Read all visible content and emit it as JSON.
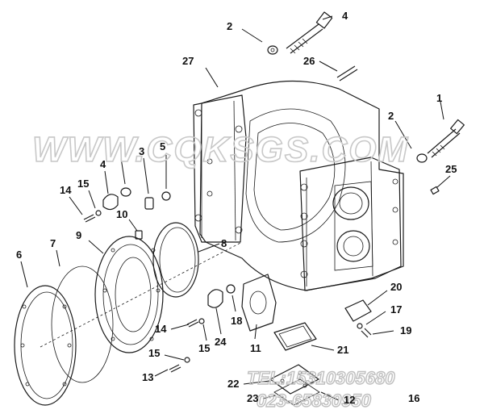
{
  "watermark": {
    "site": "WWW.CQKSGS.COM",
    "tel": "TEL:15310305680",
    "phone": "023-65830950"
  },
  "callouts": [
    {
      "id": "c2a",
      "label": "2"
    },
    {
      "id": "c4a",
      "label": "4"
    },
    {
      "id": "c27",
      "label": "27"
    },
    {
      "id": "c26",
      "label": "26"
    },
    {
      "id": "c1",
      "label": "1"
    },
    {
      "id": "c2b",
      "label": "2"
    },
    {
      "id": "c25",
      "label": "25"
    },
    {
      "id": "c3",
      "label": "3"
    },
    {
      "id": "c5",
      "label": "5"
    },
    {
      "id": "c4b",
      "label": "4"
    },
    {
      "id": "c15a",
      "label": "15"
    },
    {
      "id": "c14a",
      "label": "14"
    },
    {
      "id": "c10",
      "label": "10"
    },
    {
      "id": "c9",
      "label": "9"
    },
    {
      "id": "c8",
      "label": "8"
    },
    {
      "id": "c7",
      "label": "7"
    },
    {
      "id": "c6",
      "label": "6"
    },
    {
      "id": "c20",
      "label": "20"
    },
    {
      "id": "c17",
      "label": "17"
    },
    {
      "id": "c19",
      "label": "19"
    },
    {
      "id": "c18",
      "label": "18"
    },
    {
      "id": "c14b",
      "label": "14"
    },
    {
      "id": "c15b",
      "label": "15"
    },
    {
      "id": "c24",
      "label": "24"
    },
    {
      "id": "c11",
      "label": "11"
    },
    {
      "id": "c21",
      "label": "21"
    },
    {
      "id": "c15c",
      "label": "15"
    },
    {
      "id": "c13",
      "label": "13"
    },
    {
      "id": "c22",
      "label": "22"
    },
    {
      "id": "c23",
      "label": "23"
    },
    {
      "id": "c12",
      "label": "12"
    },
    {
      "id": "c16",
      "label": "16"
    }
  ]
}
